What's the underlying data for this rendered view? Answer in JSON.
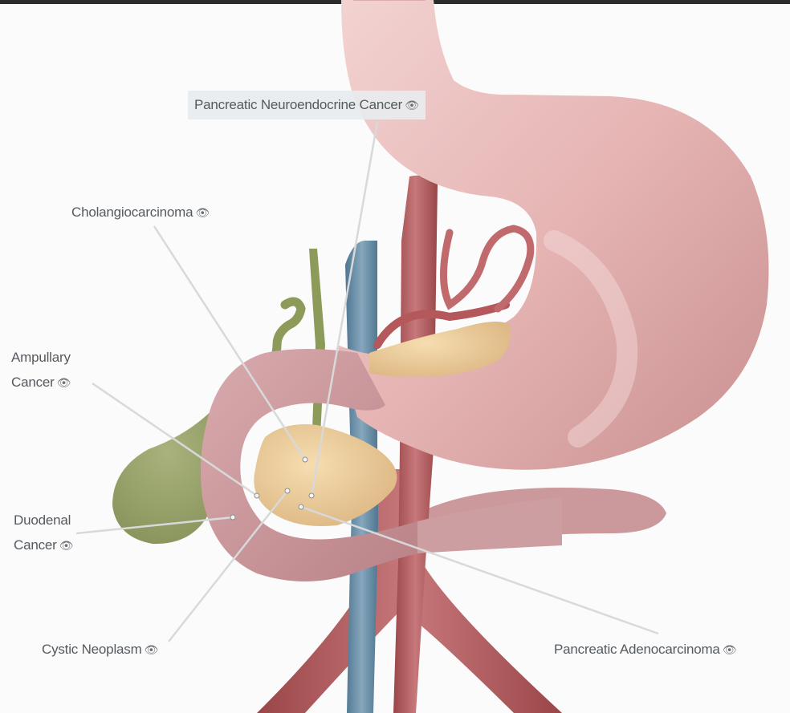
{
  "labels": {
    "pnet": "Pancreatic Neuroendocrine Cancer",
    "cholangio": "Cholangiocarcinoma",
    "ampullary_line1": "Ampullary",
    "ampullary_line2": "Cancer",
    "duodenal_line1": "Duodenal",
    "duodenal_line2": "Cancer",
    "cystic": "Cystic Neoplasm",
    "adeno": "Pancreatic Adenocarcinoma"
  },
  "eye_icon": "👁",
  "colors": {
    "stomach": "#e7b5b5",
    "pancreas": "#efcf9a",
    "gallbladder": "#97a26a",
    "vein": "#6b8ea6",
    "artery": "#b55c5f",
    "label_text": "#555a5f"
  }
}
